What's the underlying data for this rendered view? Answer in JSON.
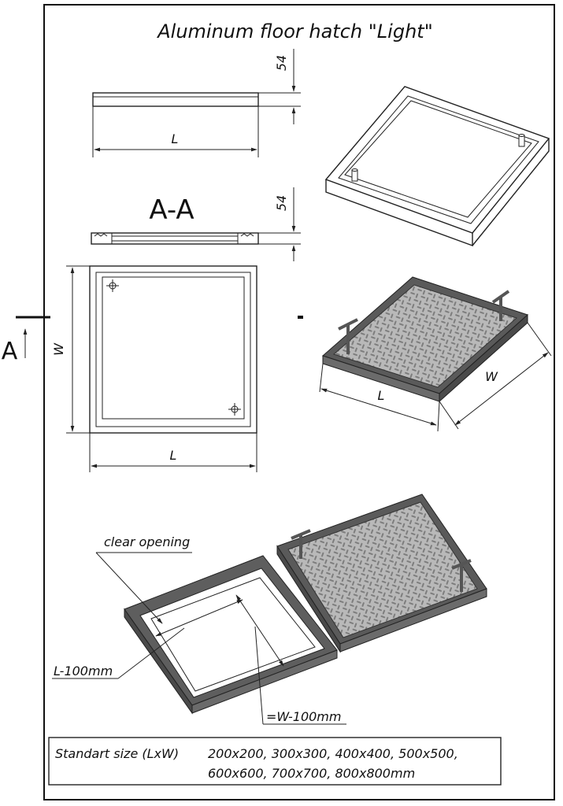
{
  "title": "Aluminum floor hatch \"Light\"",
  "section_label": "A-A",
  "section_mark": "A",
  "dimensions": {
    "height_top": "54",
    "height_section": "54",
    "length_top": "L",
    "length_plan": "L",
    "width_plan": "W",
    "length_iso": "L",
    "width_iso": "W"
  },
  "annotations": {
    "clear_opening": "clear opening",
    "l_minus": "L-100mm",
    "w_minus": "=W-100mm"
  },
  "sizes": {
    "label": "Standart size (LxW)",
    "line1": "200x200, 300x300, 400x400, 500x500,",
    "line2": "600x600, 700x700, 800x800mm"
  },
  "colors": {
    "line": "#222222",
    "frame_fill": "#5a5a5a",
    "plate_fill": "#b8b8b8",
    "plate_pattern": "#8a8a8a"
  }
}
